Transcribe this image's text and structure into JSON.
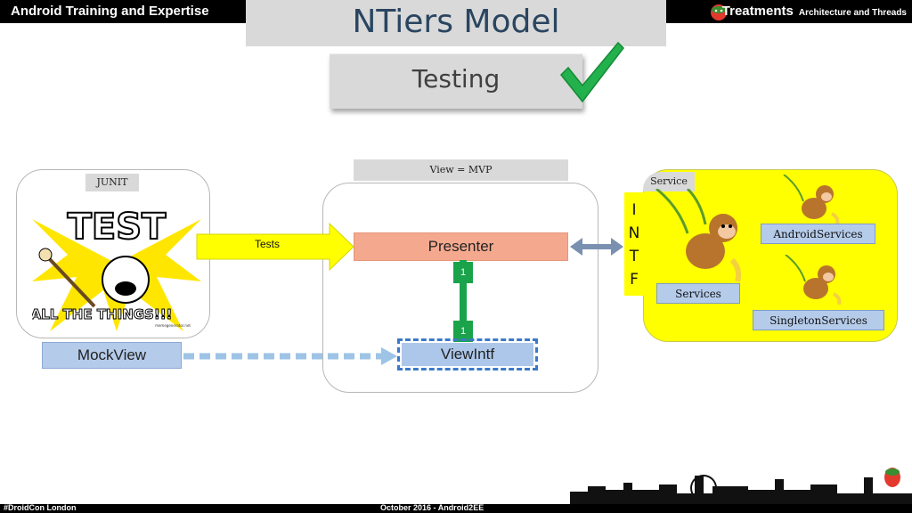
{
  "header": {
    "left_title": "Android Training and Expertise",
    "right_title": "Treatments",
    "right_subtitle": "Architecture and Threads"
  },
  "slide": {
    "title": "NTiers Model",
    "testing_label": "Testing"
  },
  "junit": {
    "tag": "JUNIT",
    "image_text_top": "TEST",
    "image_text_bottom": "ALL THE THINGS!!!",
    "image_credit": "memegenerator.net",
    "arrow_label": "Tests"
  },
  "mvp": {
    "tag": "View = MVP",
    "presenter": "Presenter",
    "view_intf": "ViewIntf",
    "mult_top": "1",
    "mult_bottom": "1"
  },
  "mockview": {
    "label": "MockView"
  },
  "intf_letters": [
    "I",
    "N",
    "T",
    "F"
  ],
  "service": {
    "tag": "Service",
    "items": {
      "services": "Services",
      "android_services": "AndroidServices",
      "singleton_services": "SingletonServices"
    }
  },
  "footer": {
    "left": "#DroidCon London",
    "middle": "October 2016 - Android2EE"
  },
  "colors": {
    "presenter": "#f4a98f",
    "view_intf": "#adc7ea",
    "service_bg": "#ffff00",
    "link_green": "#1aa34a",
    "check_green": "#22b14c",
    "arrow_yellow": "#ffff00",
    "dash_blue": "#9dc3e6"
  }
}
